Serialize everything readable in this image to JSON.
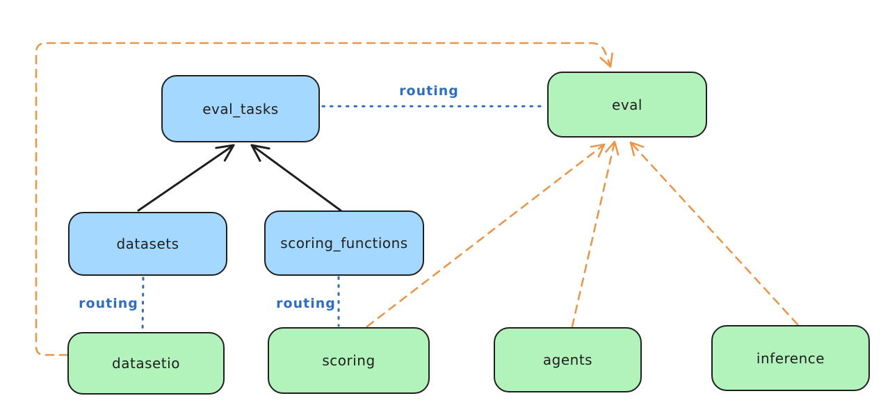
{
  "diagram": {
    "description": "architecture diagram of eval routing between registries and providers",
    "colors": {
      "background": "#ffffff",
      "blue_node_fill": "#a5d8ff",
      "green_node_fill": "#b2f2bb",
      "node_border": "#1e1e1e",
      "solid_edge": "#1e1e1e",
      "routing_edge_blue": "#2e6ec0",
      "dashed_edge_orange": "#e9964a"
    },
    "nodes": {
      "eval_tasks": {
        "label": "eval_tasks",
        "color": "blue"
      },
      "eval": {
        "label": "eval",
        "color": "green"
      },
      "datasets": {
        "label": "datasets",
        "color": "blue"
      },
      "scoring_functions": {
        "label": "scoring_functions",
        "color": "blue"
      },
      "datasetio": {
        "label": "datasetio",
        "color": "green"
      },
      "scoring": {
        "label": "scoring",
        "color": "green"
      },
      "agents": {
        "label": "agents",
        "color": "green"
      },
      "inference": {
        "label": "inference",
        "color": "green"
      }
    },
    "edges": [
      {
        "from": "datasets",
        "to": "eval_tasks",
        "style": "solid",
        "color": "black",
        "arrow": true,
        "label": ""
      },
      {
        "from": "scoring_functions",
        "to": "eval_tasks",
        "style": "solid",
        "color": "black",
        "arrow": true,
        "label": ""
      },
      {
        "from": "eval_tasks",
        "to": "eval",
        "style": "dotted",
        "color": "blue",
        "arrow": false,
        "label": "routing"
      },
      {
        "from": "datasets",
        "to": "datasetio",
        "style": "dotted",
        "color": "blue",
        "arrow": false,
        "label": "routing"
      },
      {
        "from": "scoring_functions",
        "to": "scoring",
        "style": "dotted",
        "color": "blue",
        "arrow": false,
        "label": "routing"
      },
      {
        "from": "scoring",
        "to": "eval",
        "style": "dashed",
        "color": "orange",
        "arrow": true,
        "label": ""
      },
      {
        "from": "agents",
        "to": "eval",
        "style": "dashed",
        "color": "orange",
        "arrow": true,
        "label": ""
      },
      {
        "from": "inference",
        "to": "eval",
        "style": "dashed",
        "color": "orange",
        "arrow": true,
        "label": ""
      },
      {
        "from": "datasetio",
        "to": "eval",
        "style": "dashed",
        "color": "orange",
        "arrow": true,
        "label": ""
      }
    ]
  }
}
